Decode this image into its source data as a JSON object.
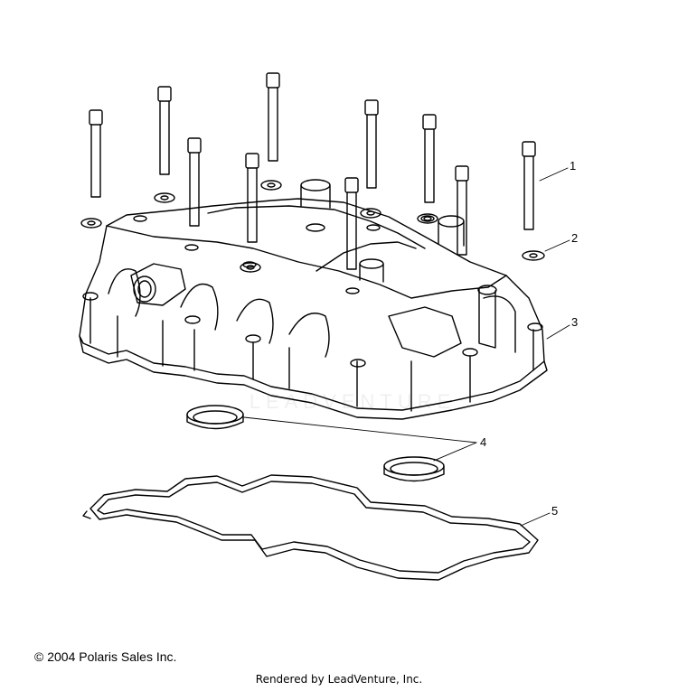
{
  "callouts": [
    {
      "num": "1",
      "part": "bolt"
    },
    {
      "num": "2",
      "part": "washer"
    },
    {
      "num": "3",
      "part": "valve-cover"
    },
    {
      "num": "4",
      "part": "seal-ring"
    },
    {
      "num": "5",
      "part": "gasket"
    }
  ],
  "copyright": "© 2004 Polaris Sales Inc.",
  "rendered_by": "Rendered by LeadVenture, Inc.",
  "watermark": "LEADVENTURE"
}
